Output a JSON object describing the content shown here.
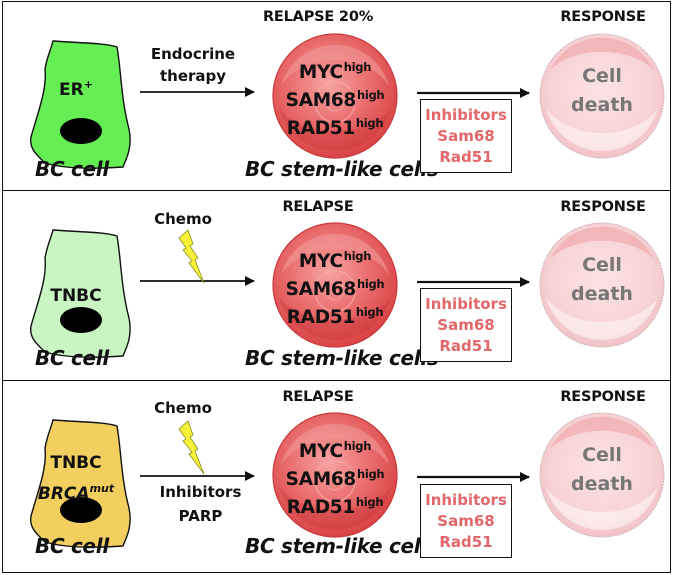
{
  "colors": {
    "er_cell": "#66ee55",
    "tnbc_cell": "#c9f5c3",
    "brca_cell": "#f2cf5e",
    "stem_cell": "#e5585a",
    "dead_cell": "#f7d3d5",
    "inhibitor_text": "#e2666a",
    "death_text": "#767676",
    "lightning": "#f6f23a"
  },
  "panels": [
    {
      "cell": {
        "label": "ER",
        "label_sup": "+",
        "label2": "",
        "label2_sup": "",
        "caption": "BC cell"
      },
      "treatment": {
        "above": [
          "Endocrine",
          "therapy"
        ],
        "below": [],
        "lightning": false
      },
      "relapse": {
        "title": "RELAPSE 20%",
        "markers": [
          {
            "name": "MYC",
            "level": "high"
          },
          {
            "name": "SAM68",
            "level": "high"
          },
          {
            "name": "RAD51",
            "level": "high"
          }
        ],
        "caption": "BC stem-like cells"
      },
      "inhibitors": [
        "Inhibitors",
        "Sam68",
        "Rad51"
      ],
      "response": {
        "title": "RESPONSE",
        "text": [
          "Cell",
          "death"
        ]
      }
    },
    {
      "cell": {
        "label": "TNBC",
        "label_sup": "",
        "label2": "",
        "label2_sup": "",
        "caption": "BC cell"
      },
      "treatment": {
        "above": [
          "Chemo"
        ],
        "below": [],
        "lightning": true
      },
      "relapse": {
        "title": "RELAPSE",
        "markers": [
          {
            "name": "MYC",
            "level": "high"
          },
          {
            "name": "SAM68",
            "level": "high"
          },
          {
            "name": "RAD51",
            "level": "high"
          }
        ],
        "caption": "BC stem-like cells"
      },
      "inhibitors": [
        "Inhibitors",
        "Sam68",
        "Rad51"
      ],
      "response": {
        "title": "RESPONSE",
        "text": [
          "Cell",
          "death"
        ]
      }
    },
    {
      "cell": {
        "label": "TNBC",
        "label_sup": "",
        "label2": "BRCA",
        "label2_sup": "mut",
        "caption": "BC cell"
      },
      "treatment": {
        "above": [
          "Chemo"
        ],
        "below": [
          "Inhibitors",
          "PARP"
        ],
        "lightning": true
      },
      "relapse": {
        "title": "RELAPSE",
        "markers": [
          {
            "name": "MYC",
            "level": "high"
          },
          {
            "name": "SAM68",
            "level": "high"
          },
          {
            "name": "RAD51",
            "level": "high"
          }
        ],
        "caption": "BC stem-like cells"
      },
      "inhibitors": [
        "Inhibitors",
        "Sam68",
        "Rad51"
      ],
      "response": {
        "title": "RESPONSE",
        "text": [
          "Cell",
          "death"
        ]
      }
    }
  ]
}
